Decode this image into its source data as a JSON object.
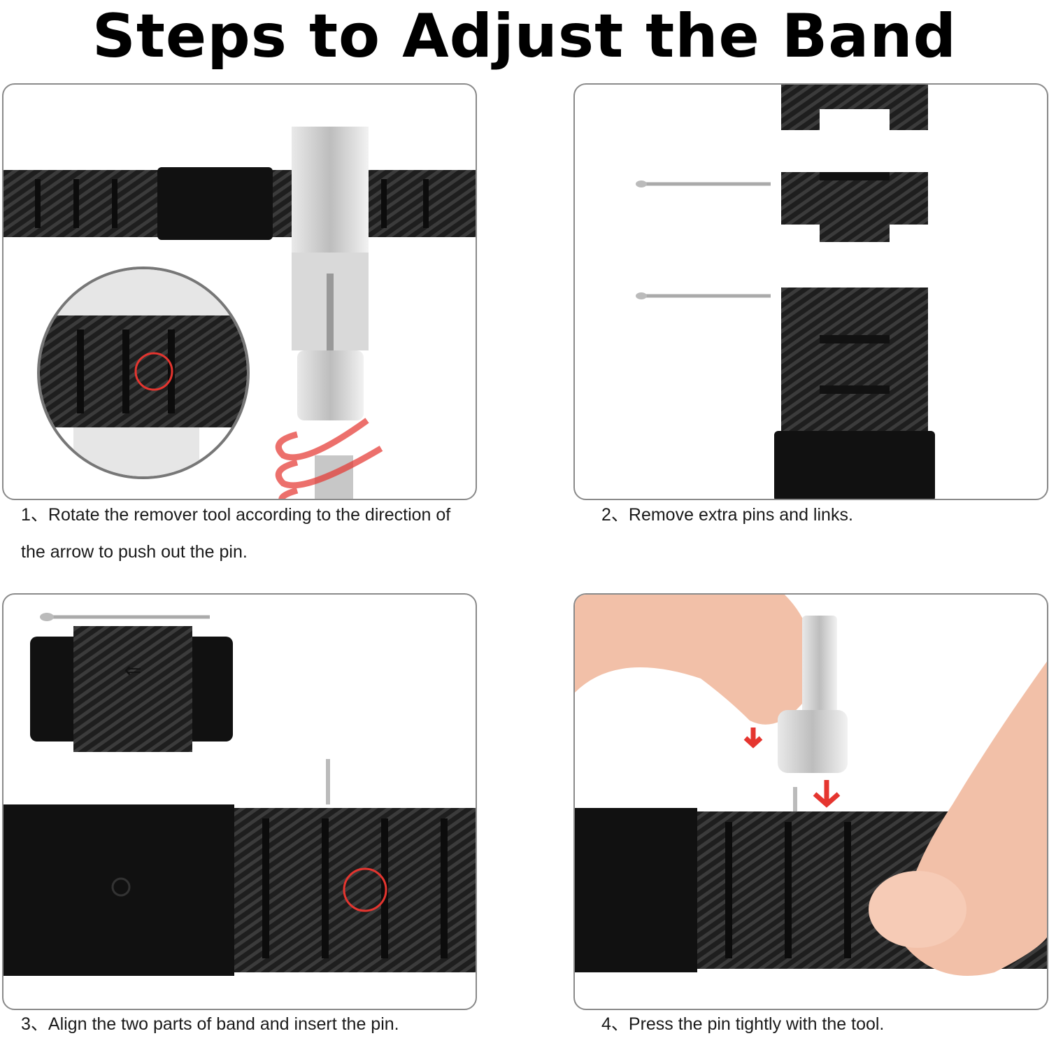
{
  "title": "Steps to Adjust the Band",
  "steps": [
    {
      "caption_line1": "1、Rotate the remover tool according to the direction of",
      "caption_line2": "the arrow to push out the pin."
    },
    {
      "caption_line1": "2、Remove extra pins and links."
    },
    {
      "caption_line1": "3、Align the two parts of band and insert the pin."
    },
    {
      "caption_line1": "4、Press the pin tightly with the tool."
    }
  ],
  "colors": {
    "band": "#1c1c1c",
    "carbon_stripe": "#3a3a3a",
    "tool": "#cfcfcf",
    "arrow": "#e5352f",
    "skin": "#f2c0a8"
  },
  "icons": [
    "pin-remover-tool-icon",
    "rotate-arrow-icon",
    "magnifier-circle-icon",
    "pin-icon",
    "down-arrow-icon"
  ]
}
